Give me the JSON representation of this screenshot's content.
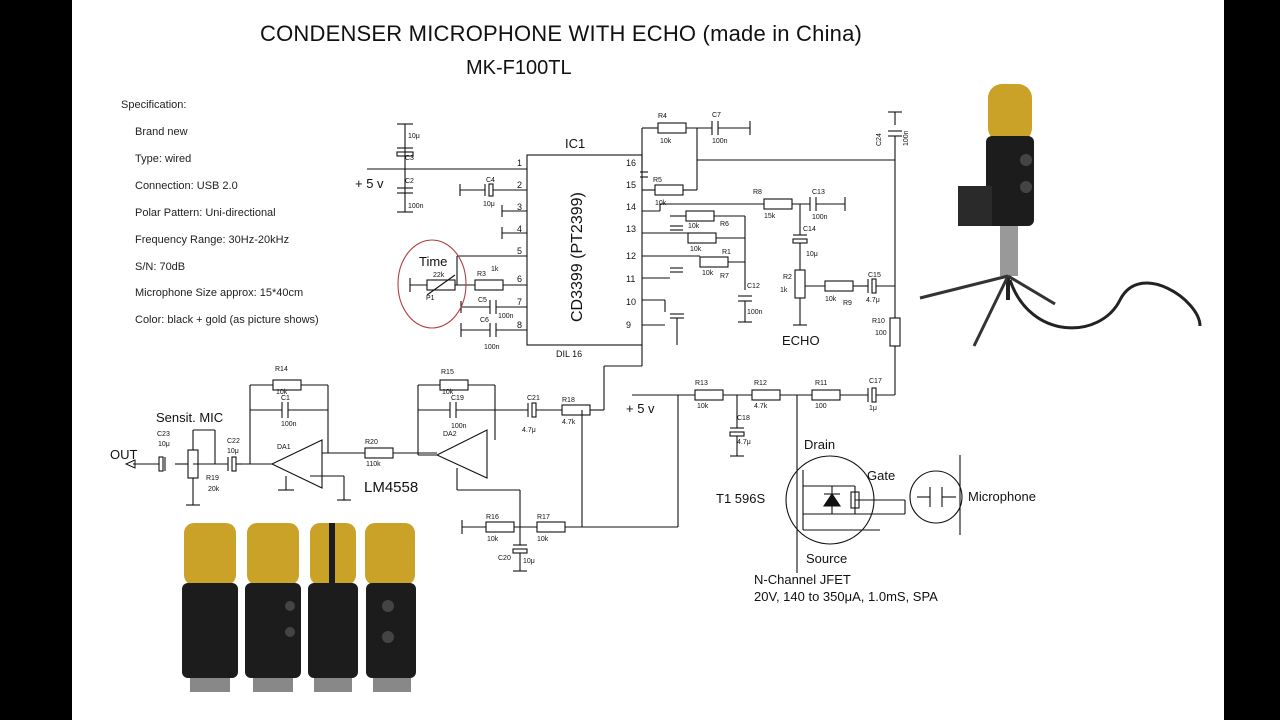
{
  "title": "CONDENSER MICROPHONE WITH ECHO (made in China)",
  "model": "MK-F100TL",
  "specification": {
    "heading": "Specification:",
    "items": [
      "Brand new",
      "Type: wired",
      "Connection: USB 2.0",
      "Polar Pattern: Uni-directional",
      "Frequency Range: 30Hz-20kHz",
      "S/N: 70dB",
      "Microphone Size approx: 15*40cm",
      "Color: black + gold (as picture shows)"
    ]
  },
  "ic": {
    "ref": "IC1",
    "name": "CD3399 (PT2399)",
    "package": "DIL 16",
    "left_pins": [
      "1",
      "2",
      "3",
      "4",
      "5",
      "6",
      "7",
      "8"
    ],
    "right_pins": [
      "16",
      "15",
      "14",
      "13",
      "12",
      "11",
      "10",
      "9"
    ]
  },
  "labels": {
    "supply1": "+ 5 v",
    "supply2": "+ 5 v",
    "time": "Time",
    "echo": "ECHO",
    "sensit": "Sensit. MIC",
    "out": "OUT",
    "opamp": "LM4558",
    "da1": "DA1",
    "da2": "DA2",
    "drain": "Drain",
    "gate": "Gate",
    "source": "Source",
    "transistor": "T1 596S",
    "microphone": "Microphone",
    "jfet_type": "N-Channel JFET",
    "jfet_spec": "20V, 140 to 350μA, 1.0mS, SPA"
  },
  "components": {
    "C3": [
      "C3",
      "10μ"
    ],
    "C2": [
      "C2",
      "100n"
    ],
    "C4": [
      "C4",
      "10μ"
    ],
    "C5": [
      "C5",
      "100n"
    ],
    "C6": [
      "C6",
      "100n"
    ],
    "C7": [
      "C7",
      "100n"
    ],
    "C24": [
      "C24",
      "100n"
    ],
    "C13": [
      "C13",
      "100n"
    ],
    "C14": [
      "C14",
      "10μ"
    ],
    "C12": [
      "C12",
      "100n"
    ],
    "C15": [
      "C15",
      "4.7μ"
    ],
    "C17": [
      "C17",
      "1μ"
    ],
    "C18": [
      "C18",
      "4.7μ"
    ],
    "C1": [
      "C1",
      "100n"
    ],
    "C19": [
      "C19",
      "100n"
    ],
    "C21": [
      "C21",
      "4.7μ"
    ],
    "C22": [
      "C22",
      "10μ"
    ],
    "C23": [
      "C23",
      "10μ"
    ],
    "C20": [
      "C20",
      "10μ"
    ],
    "R3": [
      "R3",
      "1k"
    ],
    "P1": [
      "P1",
      "22k"
    ],
    "R4": [
      "R4",
      "10k"
    ],
    "R5": [
      "R5",
      "10k"
    ],
    "R6": [
      "R6",
      "10k"
    ],
    "R1": [
      "R1",
      "10k"
    ],
    "R7": [
      "R7",
      "10k"
    ],
    "R8": [
      "R8",
      "15k"
    ],
    "R2": [
      "R2",
      "1k"
    ],
    "R9": [
      "R9",
      "10k"
    ],
    "R10": [
      "R10",
      "100"
    ],
    "R11": [
      "R11",
      "100"
    ],
    "R12": [
      "R12",
      "4.7k"
    ],
    "R13": [
      "R13",
      "10k"
    ],
    "R14": [
      "R14",
      "10k"
    ],
    "R15": [
      "R15",
      "10k"
    ],
    "R18": [
      "R18",
      "4.7k"
    ],
    "R20": [
      "R20",
      "110k"
    ],
    "R19": [
      "R19",
      "20k"
    ],
    "R16": [
      "R16",
      "10k"
    ],
    "R17": [
      "R17",
      "10k"
    ]
  },
  "colors": {
    "page": "#ffffff",
    "border": "#000000",
    "gold": "#c9a227",
    "body_black": "#1c1c1c",
    "time_circle": "#b04040"
  }
}
